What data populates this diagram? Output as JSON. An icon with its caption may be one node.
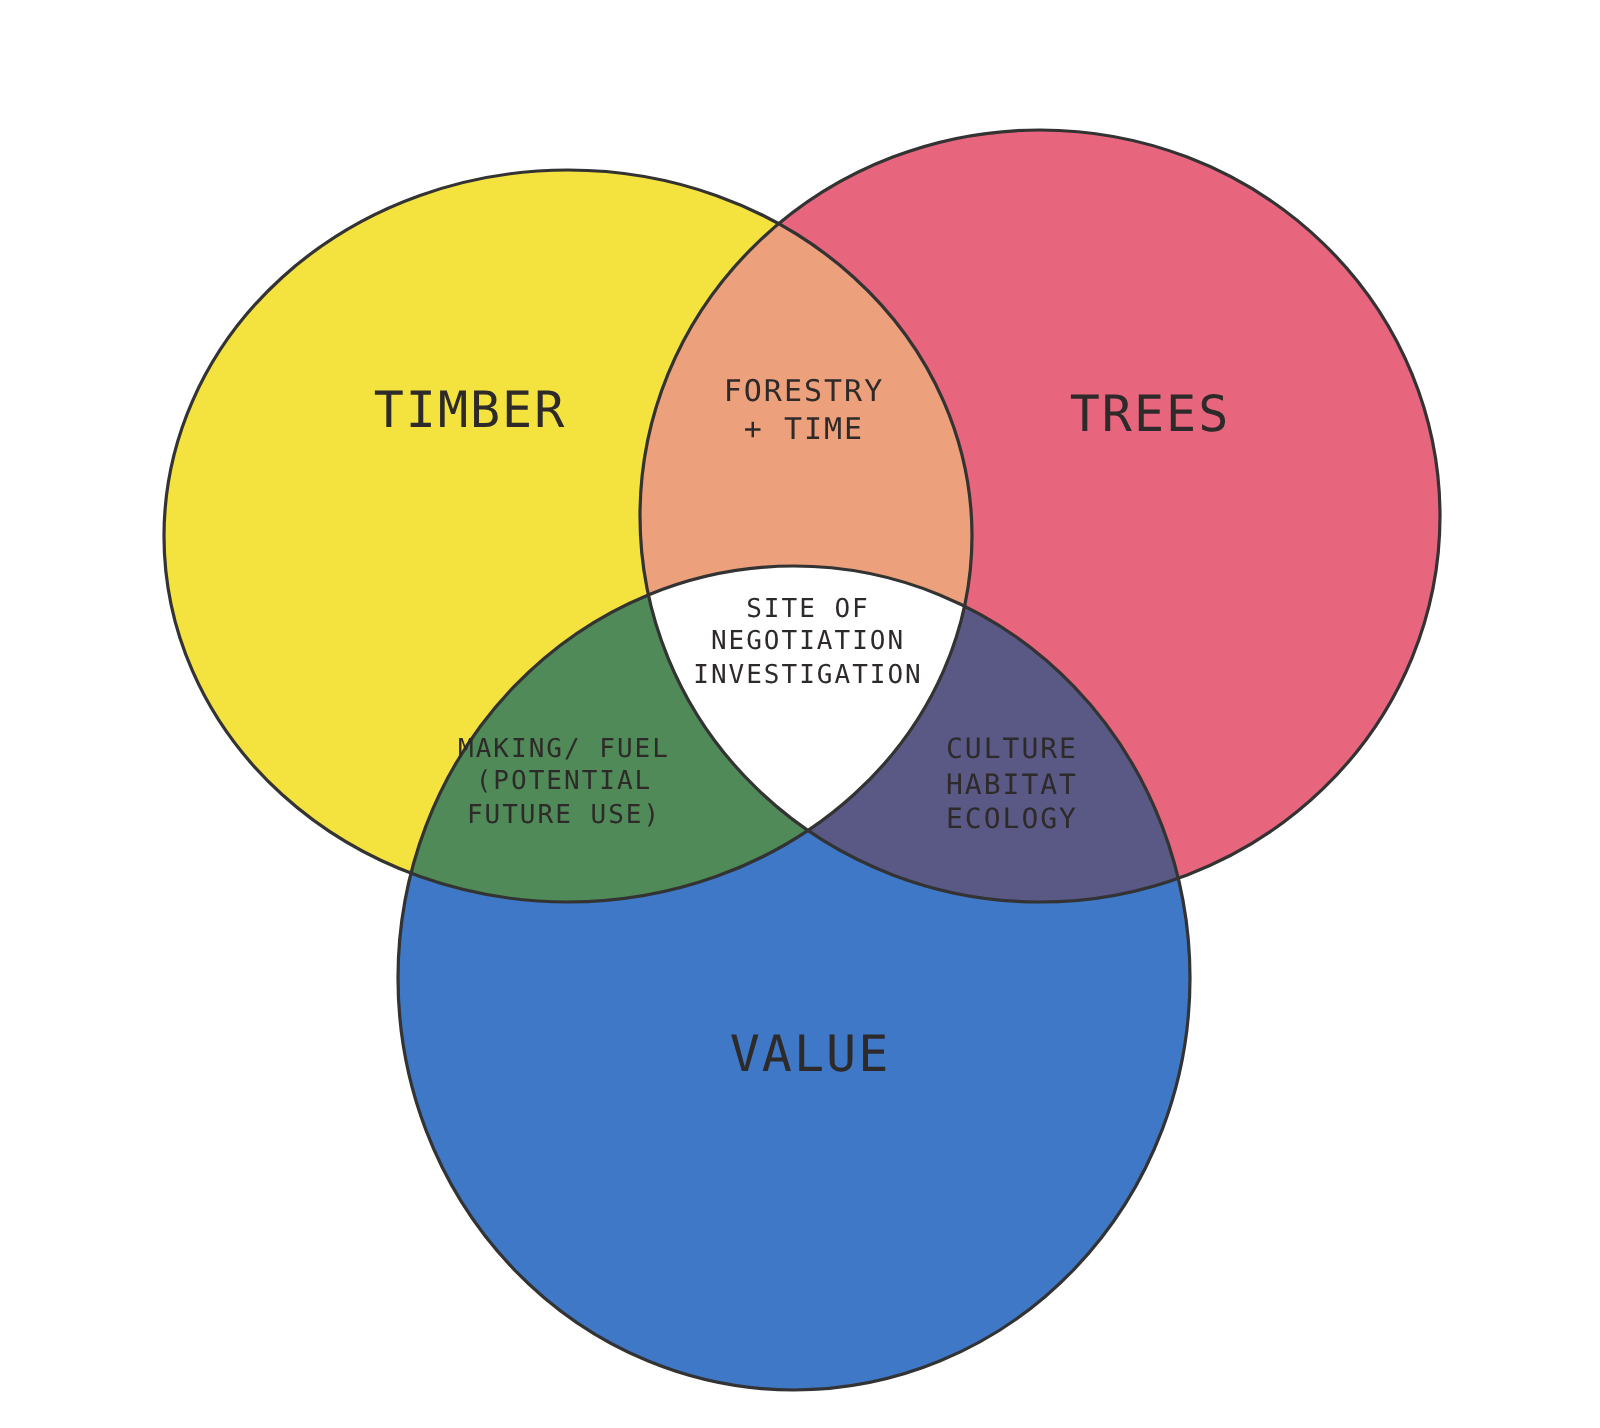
{
  "diagram": {
    "nodes": [
      {
        "text": [
          "TIMBER"
        ]
      },
      {
        "text": [
          "TREES"
        ]
      },
      {
        "text": [
          "VALUE"
        ]
      },
      {
        "text": [
          "FORESTRY + TIME"
        ]
      },
      {
        "text": [
          "SITE OF NEGOTIATION INVESTIGATION"
        ]
      },
      {
        "text": [
          "MAKING/ FUEL (POTENTIAL FUTURE USE)"
        ]
      },
      {
        "text": [
          "CULTURE HABITAT ECOLOGY"
        ]
      }
    ]
  }
}
